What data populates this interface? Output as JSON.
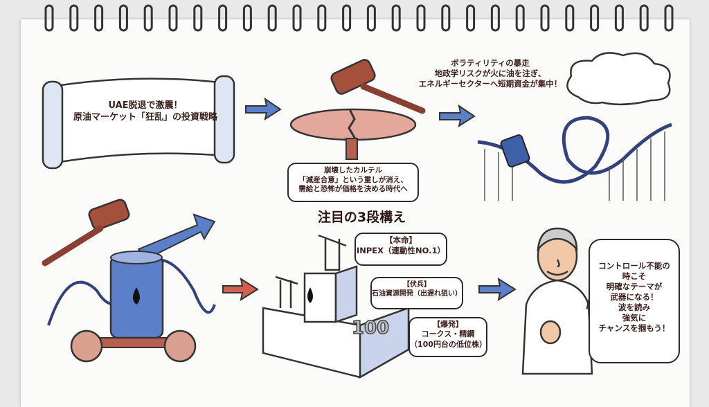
{
  "scroll_title": {
    "line1": "UAE脱退で激震！",
    "line2": "原油マーケット「狂乱」の投資戦略"
  },
  "cartel_caption": {
    "line1": "崩壊したカルテル",
    "line2": "「減産合意」という重しが消え、",
    "line3": "需給と恐怖が価格を決める時代へ"
  },
  "volatility_caption": {
    "line1": "ボラティリティの暴走",
    "line2": "地政学リスクが火に油を注ぎ、",
    "line3": "エネルギーセクターへ短期資金が集中！"
  },
  "strategy_title": "注目の3段構え",
  "tiers": [
    {
      "label": "【本命】",
      "desc": "INPEX（連動性NO.1）"
    },
    {
      "label": "【伏兵】",
      "desc": "石油資源開発（出遅れ狙い）"
    },
    {
      "label": "【爆発】",
      "desc": "コークス・精鋼",
      "note": "（100円台の低位株）"
    }
  ],
  "coin_number": "100",
  "advice_bubble": [
    "コントロール不能の",
    "時こそ",
    "明確なテーマが",
    "武器になる！",
    "波を読み",
    "強気に",
    "チャンスを掴もう！"
  ],
  "colors": {
    "ink": "#3b1f1a",
    "blue": "#3f5fa8",
    "red": "#b84a3e",
    "gavel": "#8a4030"
  }
}
